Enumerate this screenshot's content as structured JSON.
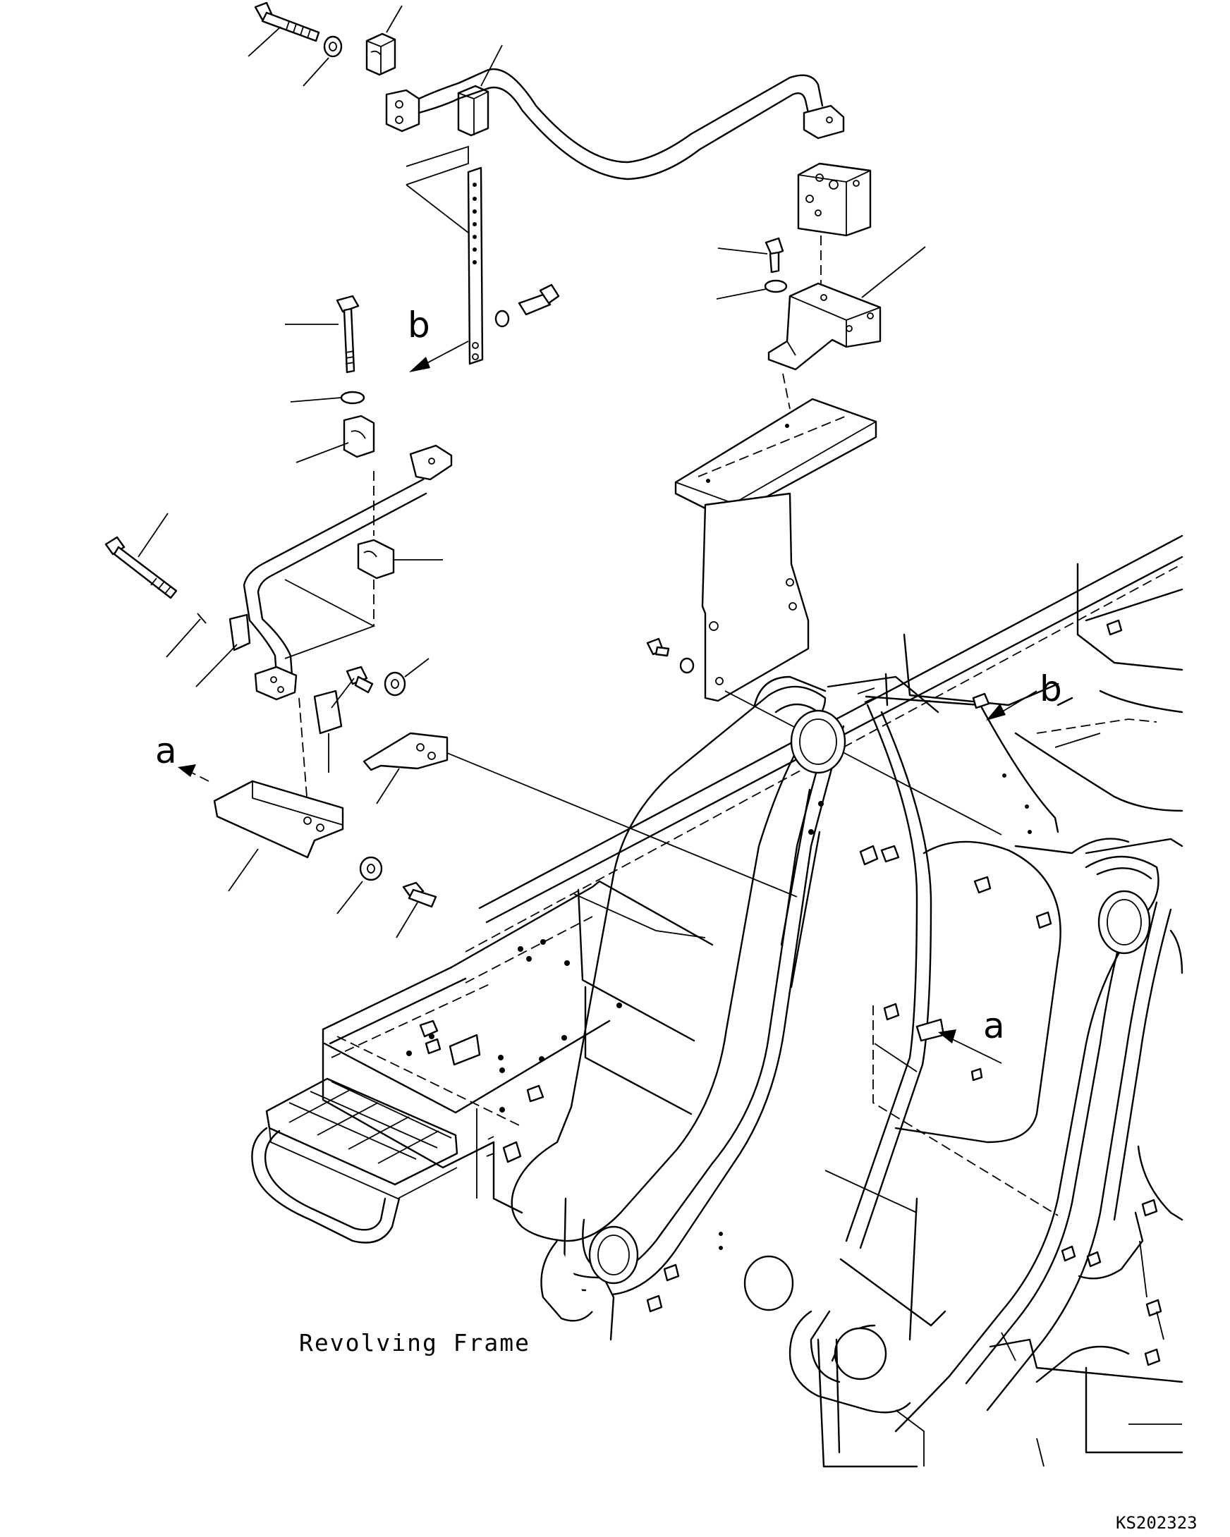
{
  "labels": {
    "caption": "Revolving Frame",
    "figure_code": "KS202323",
    "ref_a_left": "a",
    "ref_a_right": "a",
    "ref_b_top": "b",
    "ref_b_right": "b"
  }
}
